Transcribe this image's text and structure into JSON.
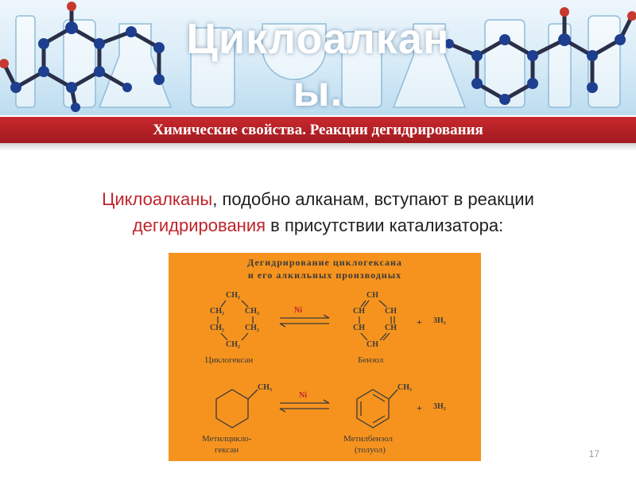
{
  "slide": {
    "title_line1": "Циклоалкан",
    "title_line2": "ы.",
    "subtitle": "Химические свойства. Реакции дегидрирования",
    "text_line1_red": "Циклоалканы",
    "text_line1_rest": ", подобно алканам, вступают в реакции",
    "text_line2_red": "дегидрирования",
    "text_line2_rest": " в присутствии катализатора:",
    "page_number": "17"
  },
  "figure": {
    "title_line1": "Дегидрирование циклогексана",
    "title_line2": "и его алкильных производных",
    "catalyst": "Ni",
    "groups": {
      "ch2": "CH₂",
      "ch": "CH",
      "ch3": "CH₃"
    },
    "plus": "+",
    "product_h2": "3H₂",
    "reaction1": {
      "reactant_label": "Циклогексан",
      "product_label": "Бензол"
    },
    "reaction2": {
      "reactant_label_line1": "Метилцикло-",
      "reactant_label_line2": "гексан",
      "product_label_line1": "Метилбензол",
      "product_label_line2": "(толуол)"
    }
  },
  "colors": {
    "accent_red": "#c0242b",
    "subtitle_bar": "#b21f24",
    "panel_orange": "#f6931e"
  }
}
